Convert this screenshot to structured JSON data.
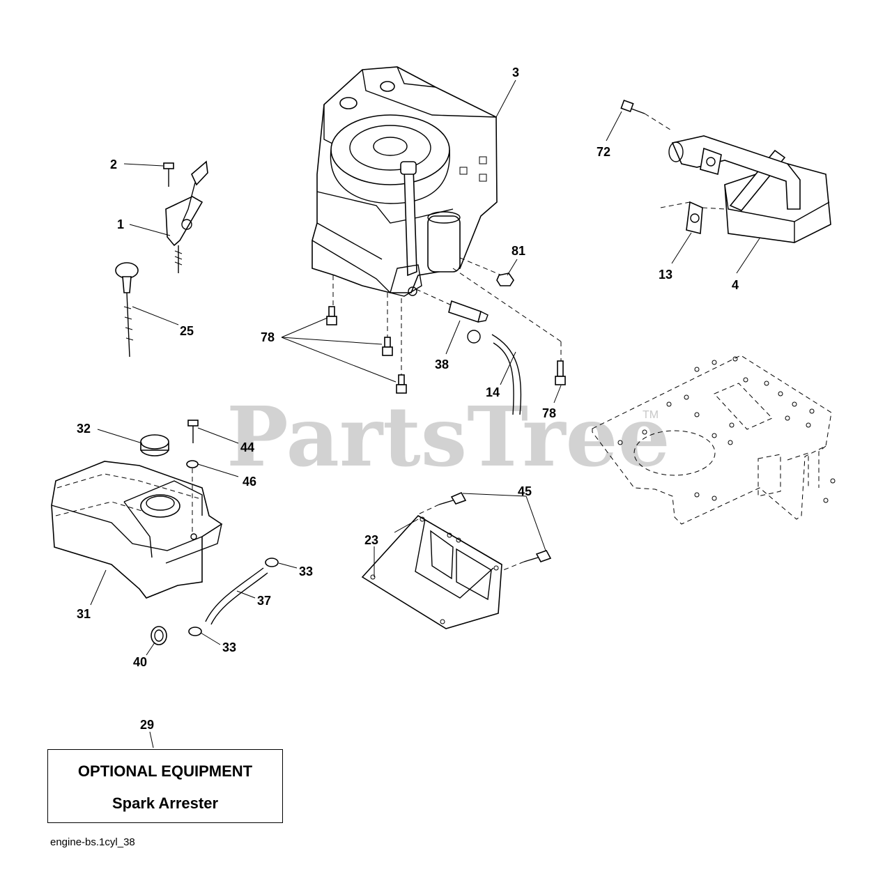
{
  "watermark": {
    "text": "PartsTree",
    "trademark": "TM"
  },
  "callouts": [
    {
      "id": "3",
      "label": "3"
    },
    {
      "id": "72",
      "label": "72"
    },
    {
      "id": "2",
      "label": "2"
    },
    {
      "id": "1",
      "label": "1"
    },
    {
      "id": "81",
      "label": "81"
    },
    {
      "id": "13",
      "label": "13"
    },
    {
      "id": "4",
      "label": "4"
    },
    {
      "id": "25",
      "label": "25"
    },
    {
      "id": "78a",
      "label": "78"
    },
    {
      "id": "38",
      "label": "38"
    },
    {
      "id": "14",
      "label": "14"
    },
    {
      "id": "78b",
      "label": "78"
    },
    {
      "id": "32",
      "label": "32"
    },
    {
      "id": "44",
      "label": "44"
    },
    {
      "id": "46",
      "label": "46"
    },
    {
      "id": "45",
      "label": "45"
    },
    {
      "id": "23",
      "label": "23"
    },
    {
      "id": "33a",
      "label": "33"
    },
    {
      "id": "37",
      "label": "37"
    },
    {
      "id": "31",
      "label": "31"
    },
    {
      "id": "33b",
      "label": "33"
    },
    {
      "id": "40",
      "label": "40"
    },
    {
      "id": "29",
      "label": "29"
    }
  ],
  "note": {
    "title": "OPTIONAL EQUIPMENT",
    "text": "Spark Arrester"
  },
  "caption": "engine-bs.1cyl_38"
}
